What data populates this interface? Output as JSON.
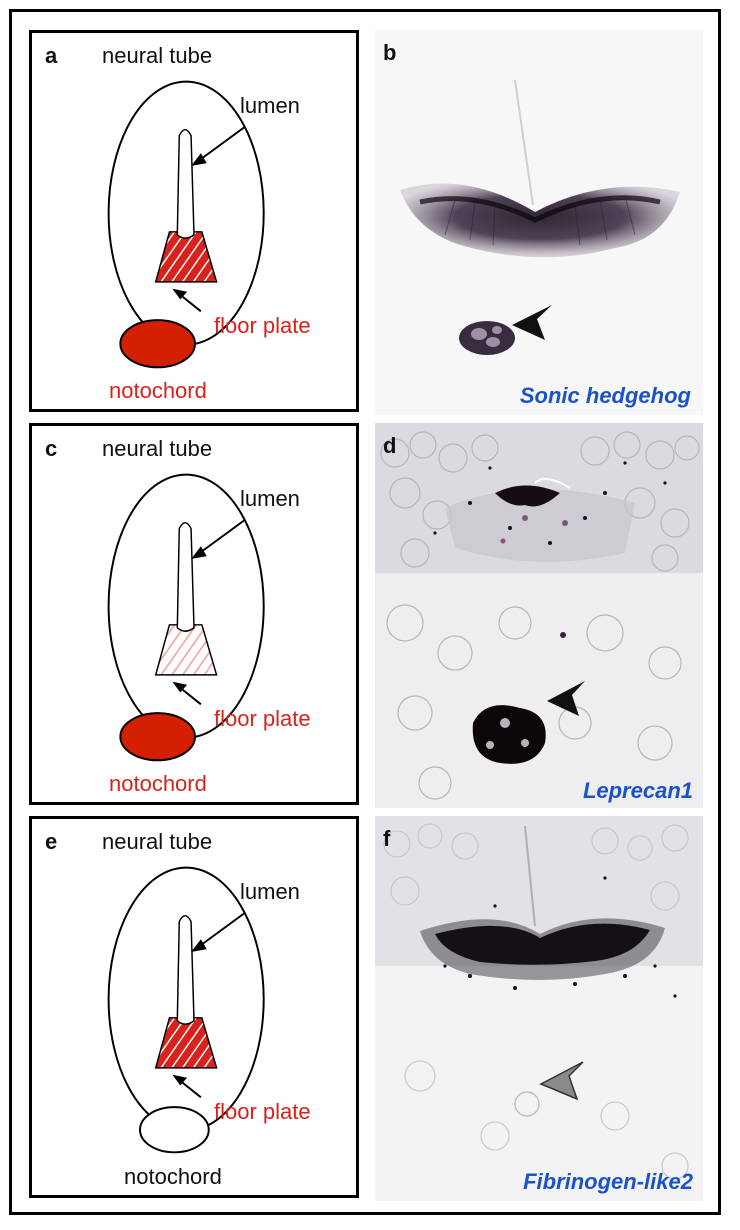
{
  "panels": [
    {
      "letter": "a",
      "labels": {
        "neural_tube": "neural tube",
        "lumen": "lumen",
        "floor_plate": "floor plate",
        "notochord": "notochord"
      },
      "floor_plate_fill": "#d9221c",
      "floor_plate_style": "dense",
      "notochord_fill": "#d42000"
    },
    {
      "letter": "b",
      "gene": "Sonic hedgehog",
      "arrowhead_color": "#111111"
    },
    {
      "letter": "c",
      "labels": {
        "neural_tube": "neural tube",
        "lumen": "lumen",
        "floor_plate": "floor plate",
        "notochord": "notochord"
      },
      "floor_plate_fill": "#f3a6a0",
      "floor_plate_style": "light",
      "notochord_fill": "#d42000"
    },
    {
      "letter": "d",
      "gene": "Leprecan1",
      "arrowhead_color": "#111111"
    },
    {
      "letter": "e",
      "labels": {
        "neural_tube": "neural tube",
        "lumen": "lumen",
        "floor_plate": "floor plate",
        "notochord": "notochord"
      },
      "floor_plate_fill": "#d9221c",
      "floor_plate_style": "dense",
      "notochord_fill": "#ffffff"
    },
    {
      "letter": "f",
      "gene": "Fibrinogen-like2",
      "arrowhead_color": "#8a8a8a"
    }
  ],
  "colors": {
    "label_red": "#d9221c",
    "gene_blue": "#1a52c8"
  }
}
